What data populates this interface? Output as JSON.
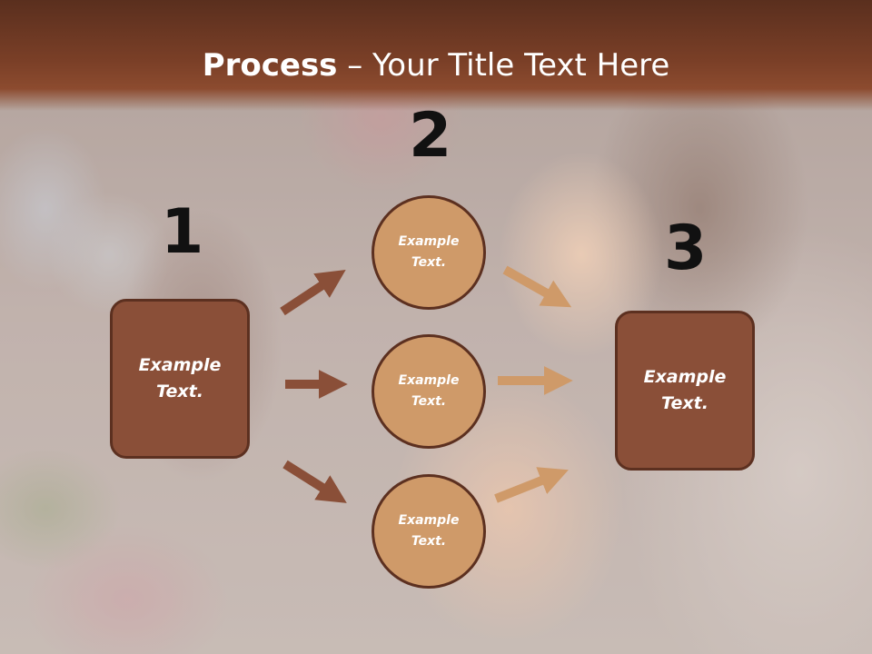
{
  "title": {
    "bold": "Process",
    "rest": " – Your Title Text Here"
  },
  "steps": {
    "one": "1",
    "two": "2",
    "three": "3"
  },
  "left_box": {
    "line1": "Example",
    "line2": "Text."
  },
  "right_box": {
    "line1": "Example",
    "line2": "Text."
  },
  "circles": [
    {
      "line1": "Example",
      "line2": "Text."
    },
    {
      "line1": "Example",
      "line2": "Text."
    },
    {
      "line1": "Example",
      "line2": "Text."
    }
  ],
  "colors": {
    "title_band": "#7a3f27",
    "box_fill": "#8a4f38",
    "circle_fill": "#cf9a69",
    "outline": "#5c3020",
    "arrow_dark": "#8a4f38",
    "arrow_light": "#cf9a69"
  }
}
